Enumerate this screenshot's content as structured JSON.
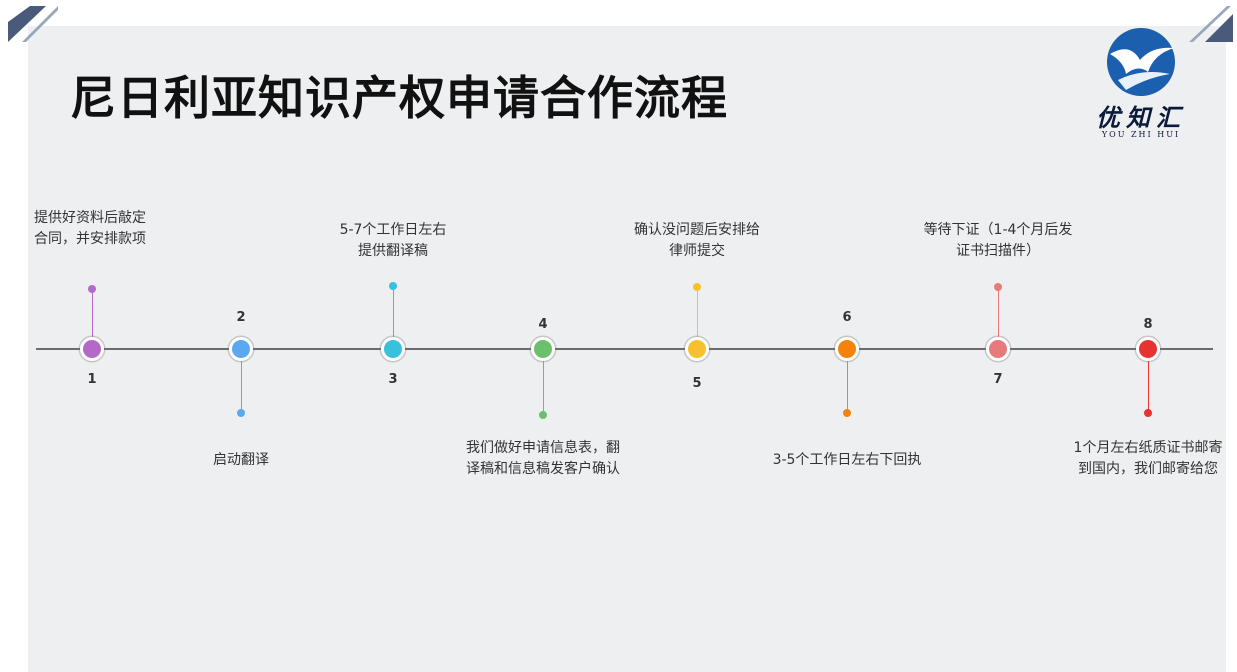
{
  "title": "尼日利亚知识产权申请合作流程",
  "logo": {
    "name_cn": "优知汇",
    "name_en": "YOU ZHI HUI"
  },
  "colors": {
    "panel": "#eeeff1",
    "corner": "#4a5a7a",
    "line": "#6b6b6b"
  },
  "steps": [
    {
      "number": "1",
      "label": "提供好资料后敲定\n合同，并安排款项",
      "color": "#b469c8"
    },
    {
      "number": "2",
      "label": "启动翻译",
      "color": "#5aa8f0"
    },
    {
      "number": "3",
      "label": "5-7个工作日左右\n提供翻译稿",
      "color": "#37c1dc"
    },
    {
      "number": "4",
      "label": "我们做好申请信息表，翻\n译稿和信息稿发客户确认",
      "color": "#6cc06c"
    },
    {
      "number": "5",
      "label": "确认没问题后安排给\n律师提交",
      "color": "#f7c02c"
    },
    {
      "number": "6",
      "label": "3-5个工作日左右下回执",
      "color": "#f6820e"
    },
    {
      "number": "7",
      "label": "等待下证（1-4个月后发\n证书扫描件）",
      "color": "#e77a7a"
    },
    {
      "number": "8",
      "label": "1个月左右纸质证书邮寄\n到国内，我们邮寄给您",
      "color": "#e83232"
    }
  ]
}
